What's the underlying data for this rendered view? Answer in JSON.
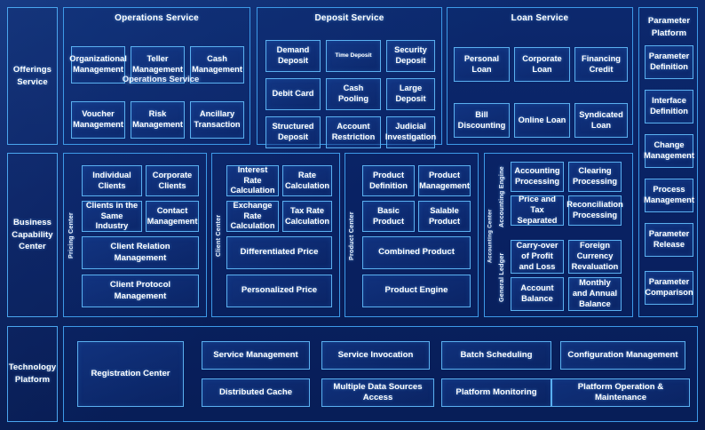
{
  "theme": {
    "background": "#0a1f5c",
    "border": "#3d9ae8",
    "tile_border": "#5ab0f0",
    "text": "#ffffff"
  },
  "rows": [
    {
      "key": "offerings",
      "side_label": "Offerings\nService",
      "panels": [
        {
          "key": "operations_service",
          "title": "Operations Service",
          "ghost_title": "Operations Service",
          "tiles": [
            "Organizational Management",
            "Teller Management",
            "Cash Management",
            "Voucher Management",
            "Risk Management",
            "Ancillary Transaction"
          ]
        },
        {
          "key": "deposit_service",
          "title": "Deposit Service",
          "tiles": [
            "Demand Deposit",
            "Time Deposit",
            "Security Deposit",
            "Debit Card",
            "Cash Pooling",
            "Large Deposit",
            "Structured Deposit",
            "Account Restriction",
            "Judicial Investigation"
          ]
        },
        {
          "key": "loan_service",
          "title": "Loan Service",
          "tiles": [
            "Personal Loan",
            "Corporate Loan",
            "Financing Credit",
            "Bill Discounting",
            "Online Loan",
            "Syndicated Loan"
          ]
        }
      ]
    },
    {
      "key": "business_capability",
      "side_label": "Business\nCapability\nCenter",
      "panels": [
        {
          "key": "pricing_center",
          "vertical_label": "Pricing Center",
          "tiles": [
            "Individual Clients",
            "Corporate Clients",
            "Clients in the Same Industry",
            "Contact Management",
            "Client Relation Management",
            "Client Protocol Management"
          ]
        },
        {
          "key": "client_center",
          "vertical_label": "Client Center",
          "tiles": [
            "Interest Rate Calculation",
            "Rate Calculation",
            "Exchange Rate Calculation",
            "Tax Rate Calculation",
            "Differentiated Price",
            "Personalized Price"
          ]
        },
        {
          "key": "product_center",
          "vertical_label": "Product Center",
          "tiles": [
            "Product Definition",
            "Product Management",
            "Basic Product",
            "Salable Product",
            "Combined Product",
            "Product Engine"
          ]
        },
        {
          "key": "accounting_center",
          "vertical_label": "Accounting Center",
          "subgroups": [
            {
              "key": "accounting_engine",
              "vertical_label": "Accounting Engine",
              "tiles": [
                "Accounting Processing",
                "Clearing Processing",
                "Price and Tax Separated",
                "Reconciliation Processing"
              ]
            },
            {
              "key": "general_ledger",
              "vertical_label": "General  Ledger",
              "tiles": [
                "Carry-over of Profit and Loss",
                "Foreign Currency Revaluation",
                "Account Balance",
                "Monthly and Annual Balance"
              ]
            }
          ]
        }
      ]
    },
    {
      "key": "technology_platform",
      "side_label": "Technology\nPlatform",
      "panels": [
        {
          "key": "tech_panel",
          "tiles": [
            "Registration Center",
            "Service Management",
            "Distributed Cache",
            "Service Invocation",
            "Multiple Data Sources Access",
            "Batch Scheduling",
            "Platform Monitoring",
            "Configuration Management",
            "Platform Operation & Maintenance"
          ]
        }
      ]
    }
  ],
  "right_column": {
    "key": "parameter_platform",
    "title": "Parameter Platform",
    "tiles": [
      "Parameter Definition",
      "Interface Definition",
      "Change Management",
      "Process Management",
      "Parameter Release",
      "Parameter Comparison"
    ]
  }
}
